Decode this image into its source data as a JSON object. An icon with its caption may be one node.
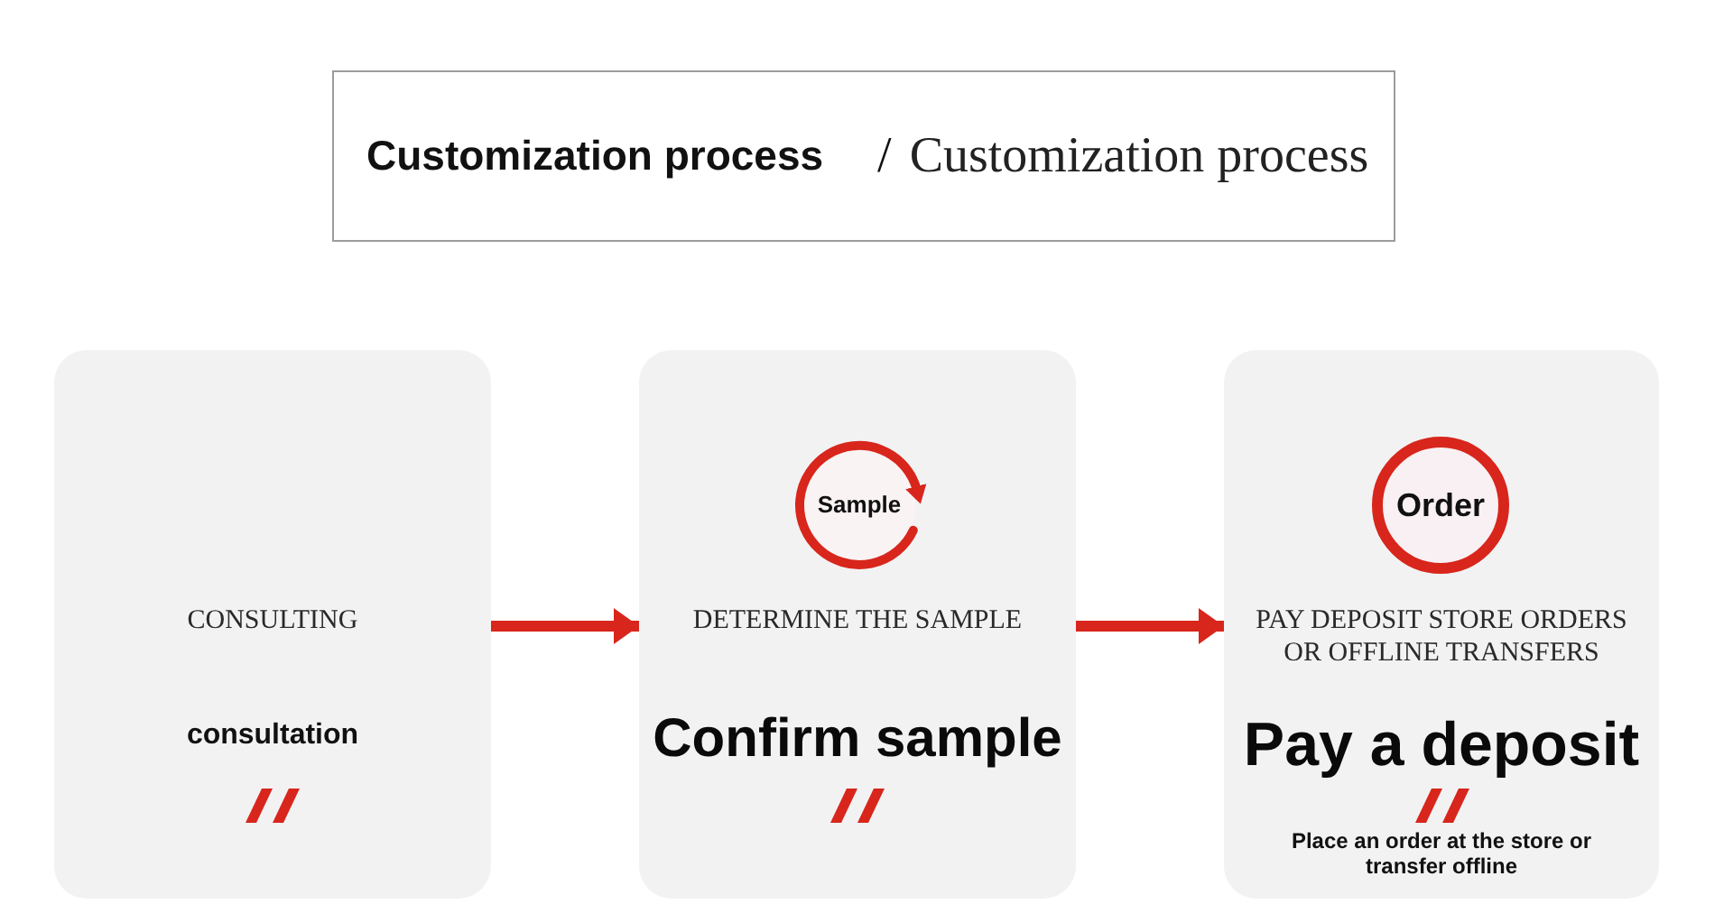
{
  "diagram": {
    "nodes": [
      {
        "text": [
          "Customization process",
          "/",
          "Customization process"
        ]
      },
      {
        "text": [
          "CONSULTING",
          "consultation"
        ]
      },
      {
        "text": [
          "DETERMINE THE SAMPLE",
          "Confirm sample"
        ]
      },
      {
        "text": [
          "Sample"
        ],
        "in": 2
      },
      {
        "text": [
          "PAY DEPOSIT STORE ORDERS OR OFFLINE TRANSFERS",
          "Pay a deposit",
          "Place an order at the store or transfer offline"
        ]
      },
      {
        "text": [
          "Order"
        ],
        "in": 4
      }
    ],
    "edges": [
      {
        "from": 1,
        "to": 2,
        "arrow": "to"
      },
      {
        "from": 2,
        "to": 4,
        "arrow": "to"
      }
    ]
  }
}
